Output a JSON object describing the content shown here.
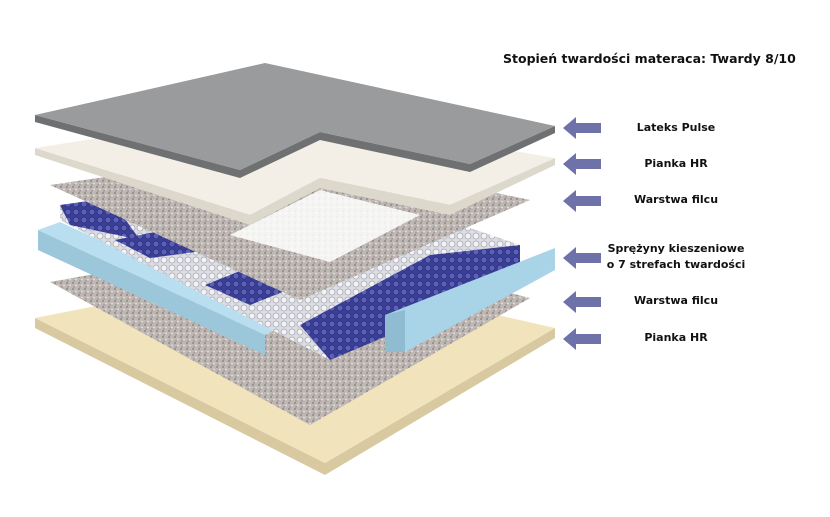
{
  "title": "Stopień twardości materaca: Twardy 8/10",
  "arrow_color": "#6e72a8",
  "layers": [
    {
      "label": "Lateks Pulse",
      "color": "#9a9b9d"
    },
    {
      "label": "Pianka HR",
      "color": "#f3efe6"
    },
    {
      "label": "Warstwa filcu",
      "color": "#b9b4b0"
    },
    {
      "label_line1": "Sprężyny kieszeniowe",
      "label_line2": "o 7 strefach twardości",
      "color": "#a9d3e6"
    },
    {
      "label": "Warstwa filcu",
      "color": "#b9b4b0"
    },
    {
      "label": "Pianka HR",
      "color": "#f1e3bc"
    }
  ]
}
